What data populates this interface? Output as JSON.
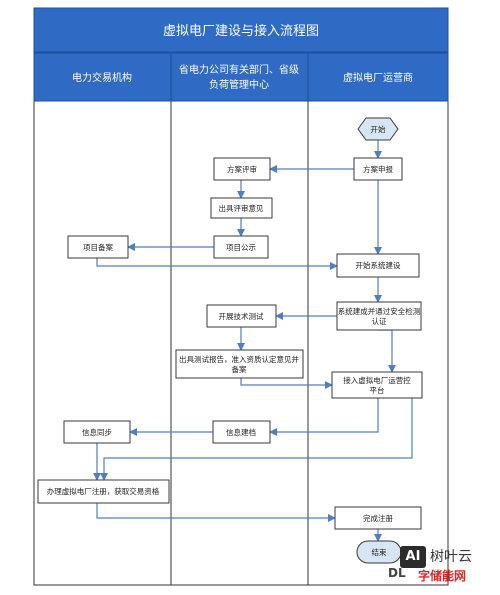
{
  "title": "虚拟电厂建设与接入流程图",
  "lanes": [
    {
      "name": "电力交易机构"
    },
    {
      "name": "省电力公司有关部门、省级负荷管理中心"
    },
    {
      "name": "虚拟电厂运营商"
    }
  ],
  "nodes": {
    "start": "开始",
    "plan_submit": "方案申报",
    "plan_review": "方案评审",
    "review_opinion": "出具评审意见",
    "project_publicity": "项目公示",
    "project_record": "项目备案",
    "system_build": "开始系统建设",
    "security_check": "系统建成并通过安全检测认证",
    "tech_test": "开展技术测试",
    "test_report": "出具测试报告，准入资质认定意见并备案",
    "join_platform": "接入虚拟电厂运营控平台",
    "info_archive": "信息建档",
    "info_sync": "信息同步",
    "register": "办理虚拟电厂注册，获取交易资格",
    "complete_register": "完成注册",
    "end": "结束"
  },
  "watermark": {
    "logo_text": "AI",
    "name": "树叶云",
    "site_prefix": "DL",
    "site": "字储能网"
  },
  "colors": {
    "header_fill": "#2f6bc4",
    "header_border": "#1d4f9e",
    "header_text": "#ffffff",
    "arrow": "#4f7fc0",
    "box_border": "#3a3a3a",
    "start_fill": "#d6e6f5"
  }
}
